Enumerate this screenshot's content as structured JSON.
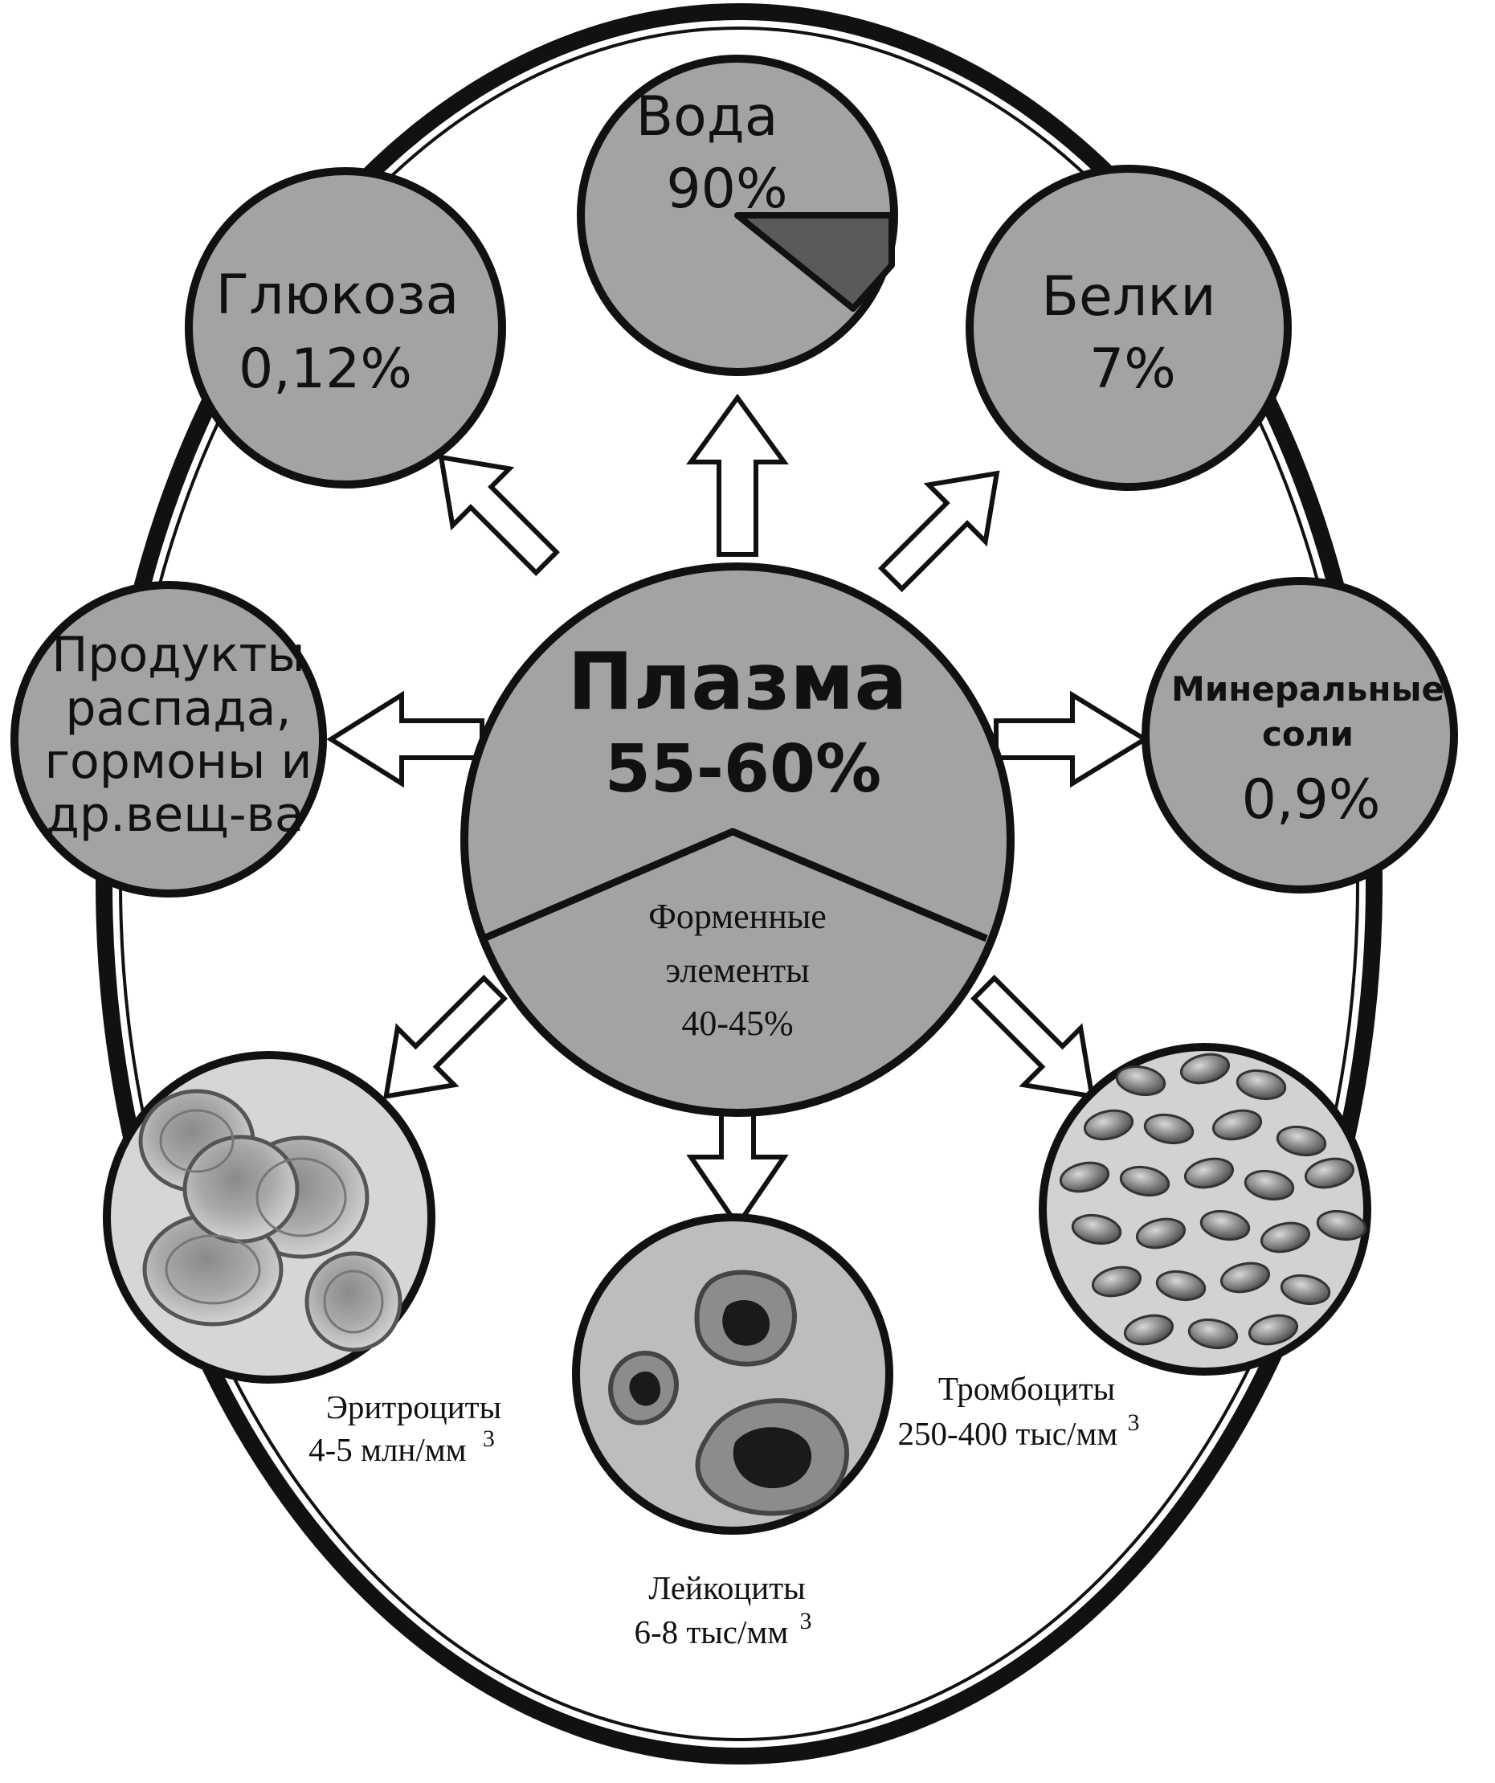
{
  "colors": {
    "circle_fill": "#a3a3a3",
    "line": "#111111",
    "water_wedge": "#5a5a5a",
    "cell_light": "#c7c7c7",
    "cell_dark": "#4a4a4a"
  },
  "plasma": {
    "title": "Плазма",
    "value": "55-60%",
    "formed": {
      "line1": "Форменные",
      "line2": "элементы",
      "value": "40-45%"
    }
  },
  "components": {
    "water": {
      "name": "Вода",
      "value": "90%"
    },
    "glucose": {
      "name": "Глюкоза",
      "value": "0,12%"
    },
    "proteins": {
      "name": "Белки",
      "value": "7%"
    },
    "products": {
      "line1": "Продукты",
      "line2": "распада,",
      "line3": "гормоны и",
      "line4": "др.вещ-ва"
    },
    "minerals": {
      "line1": "Минеральные",
      "line2": "соли",
      "value": "0,9%"
    }
  },
  "cells": {
    "erythrocytes": {
      "name": "Эритроциты",
      "count": "4-5 млн/мм",
      "exp": "3"
    },
    "leukocytes": {
      "name": "Лейкоциты",
      "count": "6-8 тыс/мм",
      "exp": "3"
    },
    "platelets": {
      "name": "Тромбоциты",
      "count": "250-400 тыс/мм",
      "exp": "3"
    }
  },
  "icons": [
    "water-pie-icon",
    "erythrocytes-icon",
    "leukocytes-icon",
    "platelets-icon",
    "arrow-icon"
  ]
}
